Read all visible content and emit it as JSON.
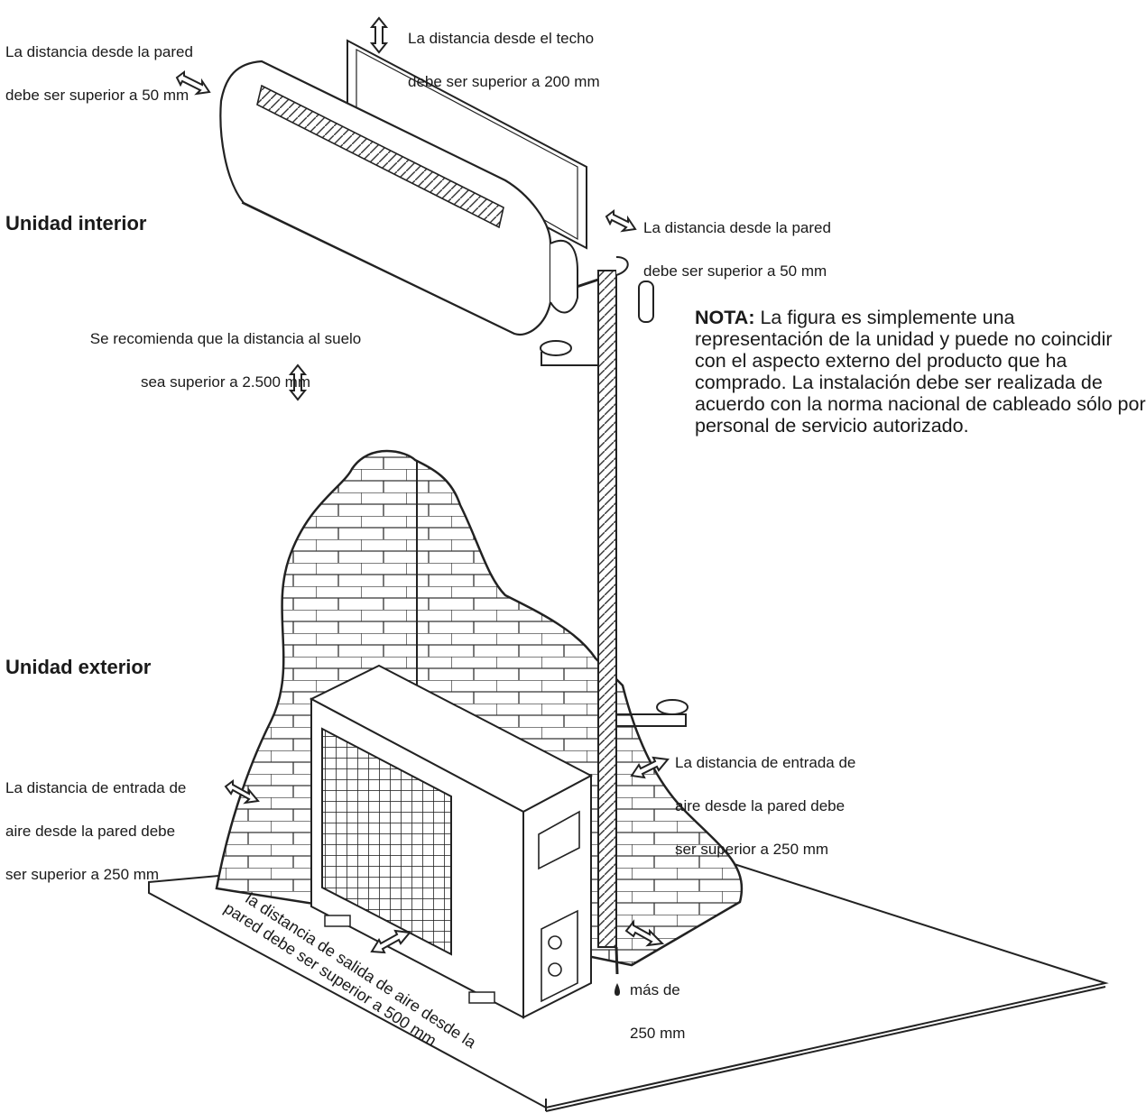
{
  "labels": {
    "wall_top_left": [
      "La distancia desde la pared",
      "debe ser superior a 50 mm"
    ],
    "ceiling": [
      "La distancia desde el techo",
      "debe ser superior a 200 mm"
    ],
    "wall_right": [
      "La distancia desde la pared",
      "debe ser superior a 50 mm"
    ],
    "floor": [
      "Se recomienda que la distancia al suelo",
      "sea superior a 2.500 mm"
    ],
    "air_in_left": [
      "La distancia de entrada de",
      "aire desde la pared debe",
      "ser superior a 250 mm"
    ],
    "air_in_right": [
      "La distancia de entrada de",
      "aire desde la pared debe",
      "ser superior a 250 mm"
    ],
    "outlet": [
      "la distancia de salida de aire desde la",
      "pared debe ser superior a 500 mm"
    ],
    "side": [
      "más de",
      "250 mm"
    ]
  },
  "headings": {
    "indoor": "Unidad interior",
    "outdoor": "Unidad exterior"
  },
  "note": {
    "prefix": "NOTA:",
    "text": " La figura es simplemente una representación de la unidad y puede no coincidir con el aspecto externo del producto que ha comprado. La instalación debe ser realizada de acuerdo con la norma nacional de cableado sólo por personal de servicio autorizado."
  }
}
